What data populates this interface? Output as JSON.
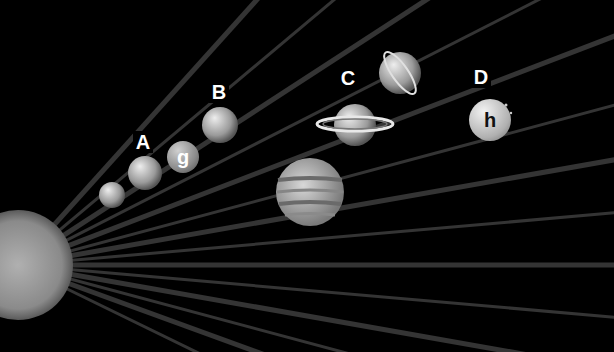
{
  "diagram": {
    "nodes": [
      {
        "text": [
          "g"
        ]
      },
      {
        "text": [
          "h"
        ]
      }
    ],
    "labels": [
      "A",
      "B",
      "C",
      "D"
    ]
  }
}
